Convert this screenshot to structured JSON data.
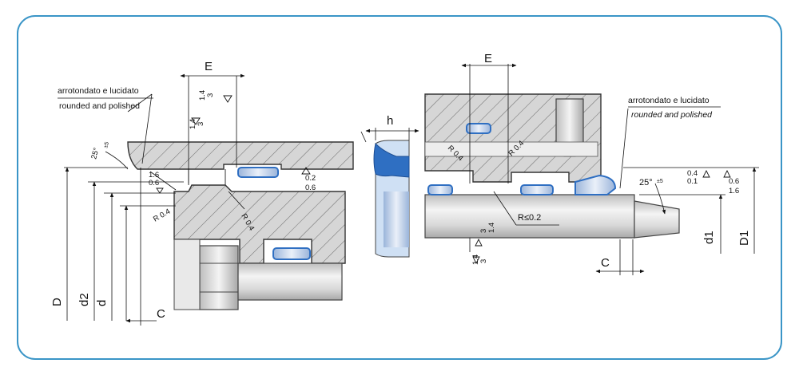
{
  "colors": {
    "frame": "#3a95c7",
    "hatch_fill": "#d6d6d6",
    "hatch_line": "#6a6a6a",
    "seal_blue": "#2f6fc2",
    "seal_light": "#dfe8f6",
    "rod_light": "#eeeeee",
    "rod_shade": "#bdbdbd"
  },
  "notes": {
    "left_it": "arrotondato  e lucidato",
    "left_en": "rounded and polished",
    "right_it": "arrotondato e lucidato",
    "right_en": "rounded and polished"
  },
  "labels": {
    "E_left": "E",
    "E_right": "E",
    "h": "h",
    "D": "D",
    "d2": "d2",
    "d": "d",
    "C_left": "C",
    "C_right": "C",
    "d1": "d1",
    "D1": "D1"
  },
  "angles": {
    "left_main": "25°",
    "left_tol": "±5",
    "right_main": "25°",
    "right_tol": "±5"
  },
  "radii": {
    "left_a": "R 0.4",
    "left_b": "R 0.4",
    "right_a": "R 0.4",
    "right_b": "R 0.4",
    "right_c": "R≤0.2"
  },
  "roughness": {
    "left_top_a": "1.4",
    "left_top_b": "3",
    "left_mid_a": "1.4",
    "left_mid_b": "3",
    "left_face_a": "1.6",
    "left_face_b": "0.6",
    "left_groove_a": "0.2",
    "left_groove_b": "0.6",
    "right_a": "3",
    "right_b": "1.4",
    "right_c": "1.4",
    "right_d": "3",
    "right_face_a": "0.4",
    "right_face_b": "0.1",
    "right_face_c": "0.6",
    "right_face_d": "1.6"
  },
  "icons": {
    "roughness": "roughness-triangle-icon"
  }
}
